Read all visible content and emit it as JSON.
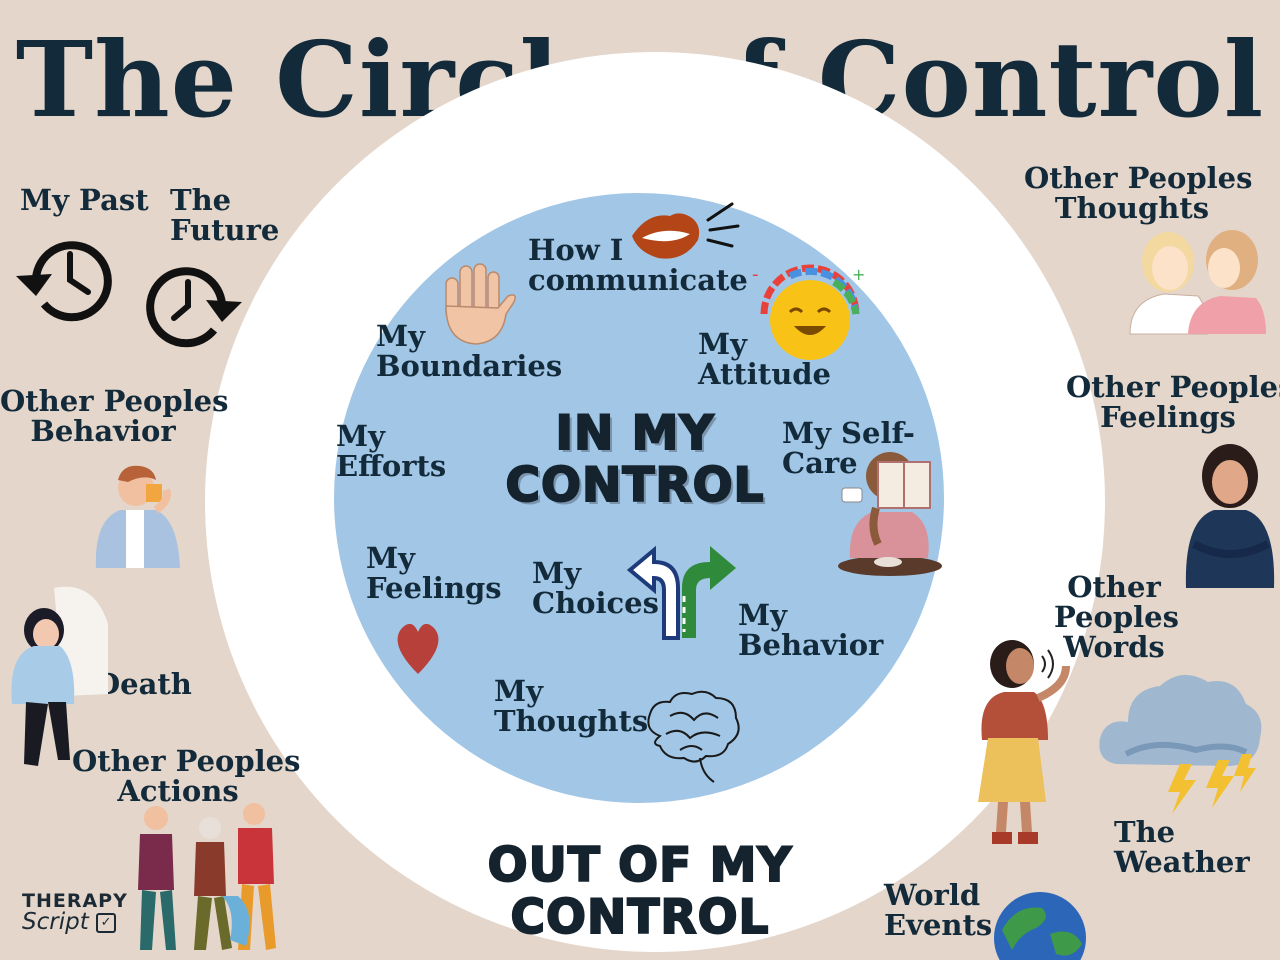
{
  "title": "The Circle of Control",
  "center": {
    "line1": "IN MY",
    "line2": "CONTROL"
  },
  "outer_heading": {
    "line1": "OUT OF MY",
    "line2": "CONTROL"
  },
  "in_control": {
    "communicate": [
      "How I",
      "communicate"
    ],
    "boundaries": [
      "My",
      "Boundaries"
    ],
    "attitude": [
      "My",
      "Attitude"
    ],
    "efforts": [
      "My",
      "Efforts"
    ],
    "self_care": [
      "My Self-",
      "Care"
    ],
    "feelings": [
      "My",
      "Feelings"
    ],
    "choices": [
      "My",
      "Choices"
    ],
    "behavior": [
      "My",
      "Behavior"
    ],
    "thoughts": [
      "My",
      "Thoughts"
    ]
  },
  "out_of_control": {
    "past": "My Past",
    "future": [
      "The",
      "Future"
    ],
    "others_behavior": [
      "Other Peoples",
      "Behavior"
    ],
    "death": "Death",
    "others_actions": [
      "Other Peoples",
      "Actions"
    ],
    "others_thoughts": [
      "Other Peoples",
      "Thoughts"
    ],
    "others_feelings": [
      "Other Peoples",
      "Feelings"
    ],
    "others_words": [
      "Other",
      "Peoples",
      "Words"
    ],
    "weather": [
      "The",
      "Weather"
    ],
    "world_events": [
      "World",
      "Events"
    ]
  },
  "brand": {
    "line1": "THERAPY",
    "line2": "Script"
  },
  "colors": {
    "background": "#e4d6ca",
    "outer_circle": "#ffffff",
    "inner_circle": "#a2c6e6",
    "text": "#132a3a"
  }
}
